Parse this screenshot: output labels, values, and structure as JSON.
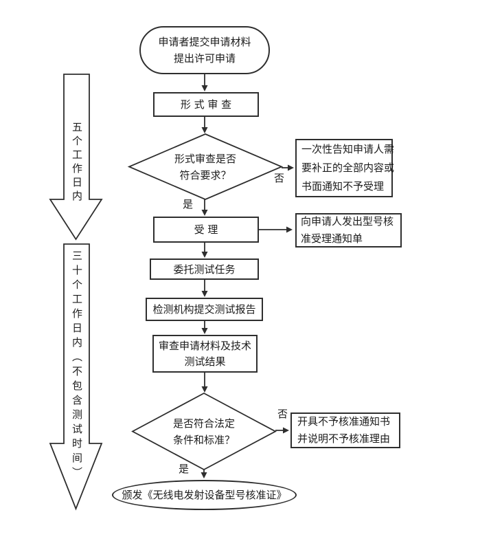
{
  "flowchart": {
    "colors": {
      "background": "#ffffff",
      "line": "#2e2e2e",
      "shape_fill": "#ffffff",
      "text": "#1b1b1b"
    },
    "nodes": {
      "start": {
        "type": "terminator",
        "line1": "申请者提交申请材料",
        "line2": "提出许可申请"
      },
      "formal_review": {
        "type": "process",
        "label": "形 式 审 查"
      },
      "decision_formal": {
        "type": "decision",
        "line1": "形式审查是否",
        "line2": "符合要求？"
      },
      "notice_correct": {
        "type": "process",
        "line1": "一次性告知申请人需",
        "line2": "要补正的全部内容或",
        "line3": "书面通知不予受理"
      },
      "accept": {
        "type": "process",
        "label": "受 理"
      },
      "accept_notice": {
        "type": "process",
        "line1": "向申请人发出型号核",
        "line2": "准受理通知单"
      },
      "delegate_test": {
        "type": "process",
        "label": "委托测试任务"
      },
      "test_report": {
        "type": "process",
        "label": "检测机构提交测试报告"
      },
      "review_result": {
        "type": "process",
        "line1": "审查申请材料及技术",
        "line2": "测试结果"
      },
      "decision_legal": {
        "type": "decision",
        "line1": "是否符合法定",
        "line2": "条件和标准？"
      },
      "reject_notice": {
        "type": "process",
        "line1": "开具不予核准通知书",
        "line2": "并说明不予核准理由"
      },
      "end": {
        "type": "terminator",
        "label": "颁发《无线电发射设备型号核准证》"
      }
    },
    "edge_labels": {
      "formal_no": "否",
      "formal_yes": "是",
      "legal_no": "否",
      "legal_yes": "是"
    },
    "timeline_arrows": {
      "five_days": {
        "label": "五个工作日内"
      },
      "thirty_days": {
        "label": "三十个工作日内（不包含测试时间）"
      }
    }
  }
}
